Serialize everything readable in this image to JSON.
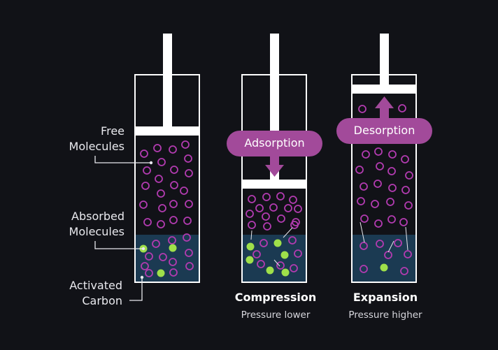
{
  "labels": {
    "free_line1": "Free",
    "free_line2": "Molecules",
    "absorbed_line1": "Absorbed",
    "absorbed_line2": "Molecules",
    "carbon_line1": "Activated",
    "carbon_line2": "Carbon"
  },
  "cylinders": [
    {
      "id": "initial",
      "title": "",
      "subtitle": "",
      "action": ""
    },
    {
      "id": "compression",
      "title": "Compression",
      "subtitle": "Pressure lower",
      "action": "Adsorption"
    },
    {
      "id": "expansion",
      "title": "Expansion",
      "subtitle": "Pressure higher",
      "action": "Desorption"
    }
  ],
  "colors": {
    "background": "#111217",
    "outline": "#ffffff",
    "free_molecule": "#b23bb0",
    "adsorbed_molecule": "#9fe04a",
    "carbon_bed": "#1b3a52",
    "action_pill": "#a24a9a"
  },
  "icons": [
    "arrow-down-icon",
    "arrow-up-icon"
  ]
}
